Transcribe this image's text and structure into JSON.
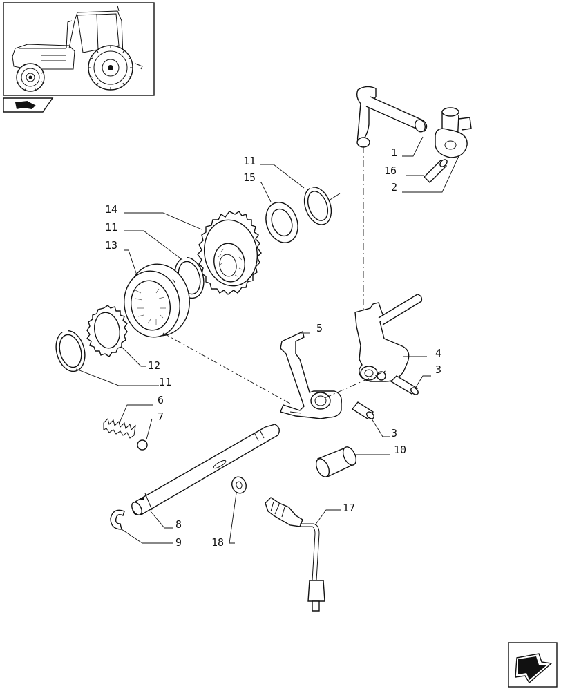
{
  "callouts": {
    "c1": "1",
    "c16": "16",
    "c2": "2",
    "c11a": "11",
    "c15": "15",
    "c14": "14",
    "c11b": "11",
    "c13": "13",
    "c12": "12",
    "c11c": "11",
    "c6": "6",
    "c7": "7",
    "c5": "5",
    "c4": "4",
    "c3a": "3",
    "c3b": "3",
    "c10": "10",
    "c8": "8",
    "c9": "9",
    "c18": "18",
    "c17": "17"
  },
  "icons": {
    "thumbnail": "tractor-thumbnail",
    "section": "section-marker-icon",
    "nav": "next-page-arrow-icon"
  }
}
